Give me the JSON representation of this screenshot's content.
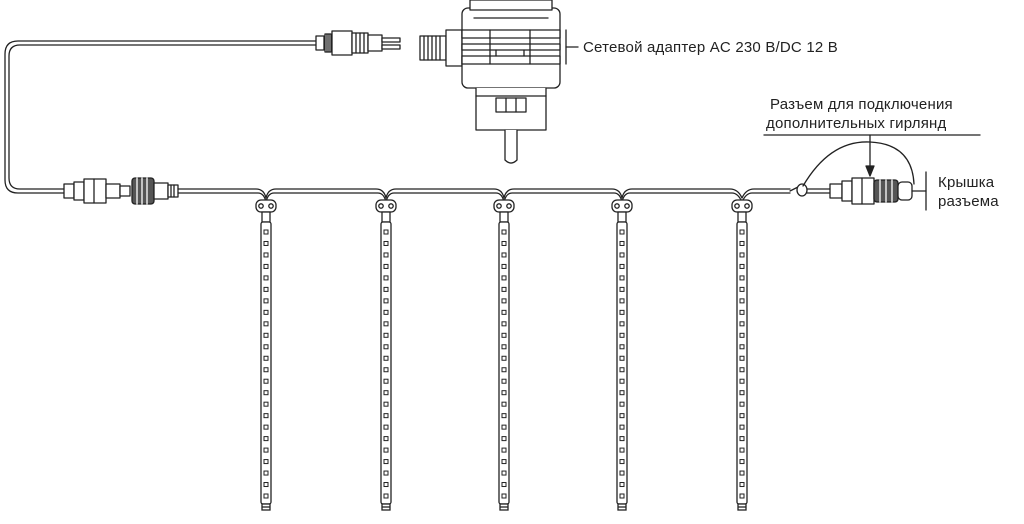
{
  "labels": {
    "adapter": "Сетевой адаптер AC 230 B/DC 12 B",
    "connector_line1": "Разъем для подключения",
    "connector_line2": "дополнительных гирлянд",
    "cap_line1": "Крышка",
    "cap_line2": "разъема"
  },
  "pendant_count": 5,
  "leds_per_tube": 24,
  "colors": {
    "stroke": "#222222",
    "fill": "#ffffff",
    "shade": "#555555"
  }
}
